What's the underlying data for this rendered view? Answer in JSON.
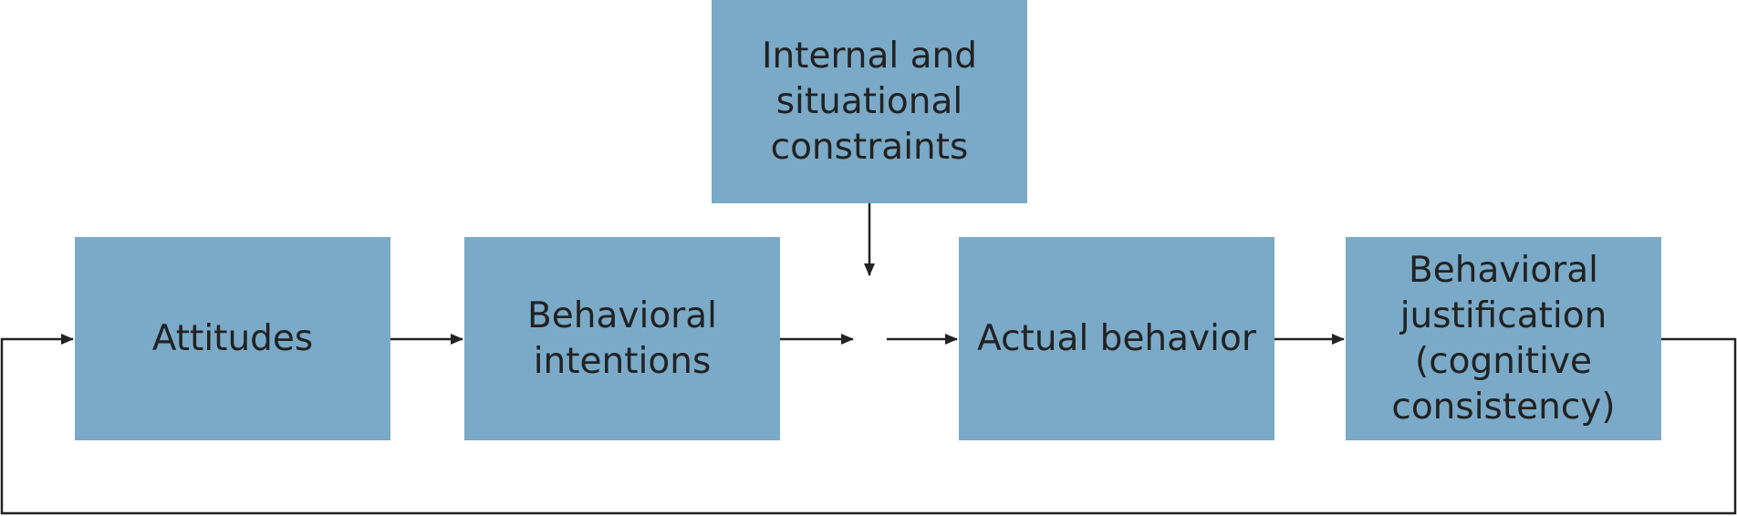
{
  "boxes": {
    "attitudes": "Attitudes",
    "intentions": "Behavioral intentions",
    "constraints": "Internal and situational constraints",
    "actual": "Actual behavior",
    "justification": "Behavioral justification (cognitive consistency)"
  },
  "colors": {
    "box_fill": "#7aaac8",
    "text": "#222222",
    "line": "#222222"
  }
}
